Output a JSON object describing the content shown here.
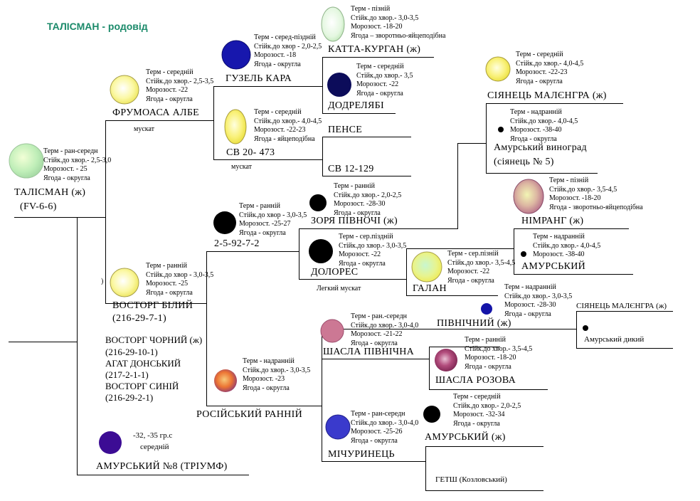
{
  "title": "ТАЛІСМАН - родовід",
  "names": {
    "talisman": "ТАЛІСМАН (ж)",
    "talisman_code": "(FV-6-6)",
    "frumoasa": "ФРУМОАСА АЛБЕ",
    "guzel": "ГУЗЕЛЬ КАРА",
    "katta": "КАТТА-КУРГАН (ж)",
    "dodrelyabi": "ДОДРЕЛЯБІ",
    "sv20": "СВ 20- 473",
    "pense": "ПЕНСЕ",
    "sv12": "СВ 12-129",
    "siyanets1": "СІЯНЕЦЬ МАЛЄНГРА (ж)",
    "amur_vynohrad_1": "Амурський виноград",
    "amur_vynohrad_2": "(сіянець № 5)",
    "zorya": "ЗОРЯ ПІВНОЧІ (ж)",
    "code25927": "2-5-92-7-2",
    "dolores": "ДОЛОРЕС",
    "nimrang": "НІМРАНГ (ж)",
    "amursky1": "АМУРСЬКИЙ",
    "galan": "ГАЛАН",
    "vostorg_bily": "ВОСТОРГ БІЛИЙ",
    "vostorg_bily_code": "(216-29-7-1)",
    "pivnichny": "ПІВНІЧНИЙ (ж)",
    "siyanets2": "СІЯНЕЦЬ МАЛЄНГРА (ж)",
    "amur_dyky": "Амурський дикий",
    "shasla_pivn": "ШАСЛА ПІВНІЧНА",
    "shasla_roz": "ШАСЛА РОЗОВА",
    "rossiysky": "РОСІЙСЬКИЙ РАННІЙ",
    "michurinets": "МІЧУРИНЕЦЬ",
    "amursky2": "АМУРСЬКИЙ (ж)",
    "getsh": "ГЕТШ (Козловський)",
    "amursky8": "АМУРСЬКИЙ №8 (ТРІУМФ)",
    "vostorg_chorny": "ВОСТОРГ ЧОРНИЙ  (ж)",
    "vostorg_chorny_code": "(216-29-10-1)",
    "agat": "АГАТ ДОНСЬКИЙ",
    "agat_code": "(217-2-1-1)",
    "vostorg_siny": "ВОСТОРГ СИНІЙ",
    "vostorg_siny_code": "(216-29-2-1)"
  },
  "notes": {
    "muskat1": "мускат",
    "muskat2": "мускат",
    "light_muskat": "Легкий мускат",
    "paren": ")"
  },
  "amursky8_info": [
    "-32, -35 гр.с",
    "середній"
  ],
  "info": {
    "talisman": [
      "Терм - ран-середн",
      "Стійк.до хвор.- 2,5-3,0",
      "Морозост. - 25",
      "Ягода - округла"
    ],
    "frumoasa": [
      "Терм -  середній",
      "Стійк.до хвор.- 2,5-3,5",
      "Морозост. -22",
      "Ягода - округла"
    ],
    "guzel": [
      "Терм - серед-піздній",
      "Стійк.до хвор - 2,0-2,5",
      "Морозост. -18",
      "Ягода - округла"
    ],
    "katta": [
      "Терм - пізній",
      "Стійк.до хвор.- 3,0-3,5",
      "Морозост. -18-20",
      "Ягода – зворотньо-яйцеподібна"
    ],
    "dodrelyabi": [
      "Терм - середній",
      "Стійк.до хвор.- 3,5",
      "Морозост. -22",
      "Ягода - округла"
    ],
    "sv20": [
      "Терм - середній",
      "Стійк.до хвор.- 4,0-4,5",
      "Морозост. -22-23",
      "Ягода - яйцеподібна"
    ],
    "siyanets1": [
      "Терм - середній",
      "Стійк.до хвор.- 4,0-4,5",
      "Морозост. -22-23",
      "Ягода - округла"
    ],
    "amur_vynohrad": [
      "Терм - надранній",
      "Стійк.до хвор.- 4,0-4,5",
      "Морозост. -38-40",
      "Ягода - округла"
    ],
    "zorya": [
      "Терм - ранній",
      "Стійк.до хвор.- 2,0-2,5",
      "Морозост. -28-30",
      "Ягода - округла"
    ],
    "code25927": [
      "Терм - ранній",
      "Стійк.до хвор - 3,0-3,5",
      "Морозост. -25-27",
      "Ягода - округла"
    ],
    "dolores": [
      "Терм - сер.піздній",
      "Стійк.до хвор.- 3,0-3,5",
      "Морозост. -22",
      "Ягода - округла"
    ],
    "nimrang": [
      "Терм - пізній",
      "Стійк.до хвор.- 3,5-4,5",
      "Морозост. -18-20",
      "Ягода - зворотньо-яйцеподібна"
    ],
    "amursky1": [
      "Терм - надранній",
      "Стійк.до хвор.- 4,0-4,5",
      "Морозост. -38-40"
    ],
    "galan": [
      "Терм - сер.пізній",
      "Стійк.до хвор.- 3,5-4,5",
      "Морозост. -22",
      "Ягода - округла"
    ],
    "vostorg_bily": [
      "Терм -  ранній",
      "Стійк.до хвор - 3,0-3,5",
      "Морозост. -25",
      "Ягода - округла"
    ],
    "pivnichny": [
      "Терм - надранній",
      "Стійк.до хвор.- 3,0-3,5",
      "Морозост. -28-30",
      "Ягода - округла"
    ],
    "shasla_pivn": [
      "Терм - ран.-середн",
      "Стійк.до хвор.- 3,0-4,0",
      "Морозост. -21-22",
      "Ягода - округла"
    ],
    "shasla_roz": [
      "Терм - ранній",
      "Стійк.до хвор.- 3,5-4,5",
      "Морозост. -18-20",
      "Ягода - округла"
    ],
    "rossiysky": [
      "Терм - надранній",
      "Стійк.до хвор.- 3,0-3,5",
      "Морозост. -23",
      "Ягода - округла"
    ],
    "michurinets": [
      "Терм - ран-середн",
      "Стійк.до хвор.- 3,0-4,0",
      "Морозост. -25-26",
      "Ягода - округла"
    ],
    "amursky2": [
      "Терм - середній",
      "Стійк.до хвор.- 2,0-2,5",
      "Морозост. -32-34",
      "Ягода - округла"
    ]
  },
  "colors": {
    "title": "#1b8a6a",
    "line": "#000000",
    "yellow_berry": "#f6f06a",
    "pale_green_berry": "#c8ecc4",
    "dark_blue_berry": "#1414a8",
    "navy_berry": "#0c0c5a",
    "black_berry": "#000000",
    "pink_berry": "#cc7894",
    "purple_berry": "#3c0c94",
    "violet_blue_berry": "#3a3acc",
    "orange_berry": "#e5682d",
    "mauve_berry": "#9c3c68"
  },
  "berries": [
    {
      "id": "talisman",
      "icon": "berry-light-green-gradient"
    },
    {
      "id": "frumoasa",
      "icon": "berry-yellow-light"
    },
    {
      "id": "guzel",
      "icon": "berry-dark-blue"
    },
    {
      "id": "katta",
      "icon": "berry-oval-light-green"
    },
    {
      "id": "dodrelyabi",
      "icon": "berry-navy"
    },
    {
      "id": "sv20",
      "icon": "berry-oval-yellow"
    },
    {
      "id": "siyanets1",
      "icon": "berry-yellow"
    },
    {
      "id": "amur_vynohrad",
      "icon": "dot-black-small"
    },
    {
      "id": "zorya",
      "icon": "berry-black"
    },
    {
      "id": "code25927",
      "icon": "berry-black"
    },
    {
      "id": "dolores",
      "icon": "berry-black"
    },
    {
      "id": "nimrang",
      "icon": "berry-oval-pink-green"
    },
    {
      "id": "amursky1",
      "icon": "dot-black-small"
    },
    {
      "id": "galan",
      "icon": "berry-yellow-green"
    },
    {
      "id": "vostorg_bily",
      "icon": "berry-yellow-light"
    },
    {
      "id": "pivnichny",
      "icon": "dot-dark-blue-small"
    },
    {
      "id": "amur_dyky",
      "icon": "dot-black-small"
    },
    {
      "id": "shasla_pivn",
      "icon": "berry-pink"
    },
    {
      "id": "shasla_roz",
      "icon": "berry-mauve"
    },
    {
      "id": "rossiysky",
      "icon": "berry-orange-gradient"
    },
    {
      "id": "michurinets",
      "icon": "berry-violet-blue"
    },
    {
      "id": "amursky2",
      "icon": "berry-black"
    },
    {
      "id": "amursky8",
      "icon": "berry-purple"
    }
  ]
}
